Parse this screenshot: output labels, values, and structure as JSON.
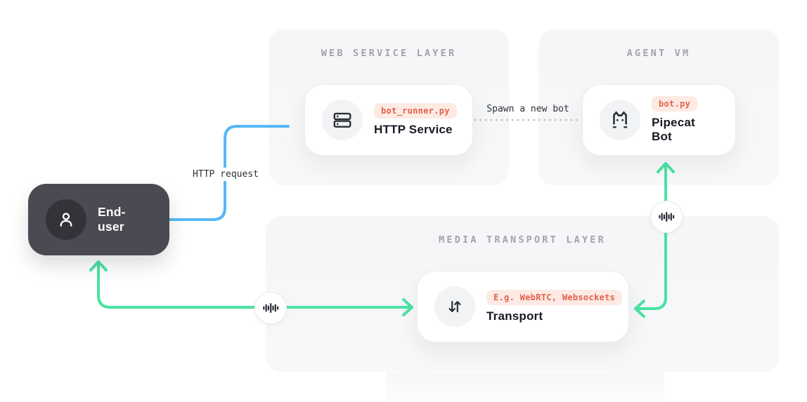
{
  "panels": {
    "web_service": {
      "title": "WEB SERVICE LAYER"
    },
    "agent_vm": {
      "title": "AGENT VM"
    },
    "media_transport": {
      "title": "MEDIA TRANSPORT LAYER"
    }
  },
  "nodes": {
    "end_user": {
      "label": "End-user",
      "icon": "user-icon"
    },
    "http_service": {
      "badge": "bot_runner.py",
      "title": "HTTP Service",
      "icon": "server-icon"
    },
    "pipecat_bot": {
      "badge": "bot.py",
      "title": "Pipecat Bot",
      "icon": "pipecat-cat-icon"
    },
    "transport": {
      "badge": "E.g. WebRTC, Websockets",
      "title": "Transport",
      "icon": "transfer-arrows-icon"
    }
  },
  "edges": {
    "http_request": {
      "label": "HTTP request",
      "from": "end_user",
      "to": "http_service",
      "style": "solid",
      "color": "#55b8f7"
    },
    "spawn_bot": {
      "label": "Spawn a new bot",
      "from": "http_service",
      "to": "pipecat_bot",
      "style": "dotted",
      "color": "#c7c8cb"
    },
    "user_media": {
      "from": "end_user",
      "to": "transport",
      "style": "solid-bidirectional",
      "icon": "audio-waveform-icon",
      "color": "#49e3a3"
    },
    "bot_media": {
      "from": "pipecat_bot",
      "to": "transport",
      "style": "solid-bidirectional",
      "icon": "audio-waveform-icon",
      "color": "#49e3a3"
    }
  },
  "colors": {
    "accent_blue": "#55b8f7",
    "accent_green": "#49e3a3",
    "dotted_gray": "#c7c8cb",
    "node_dark": "#4a4b52",
    "node_dark_circle": "#32343a",
    "badge_text": "#e4604b",
    "badge_bg": "#fceae3",
    "panel_bg": "#f6f7f8",
    "panel_title": "#a2a4a9",
    "icon_dark": "#2b2e38",
    "card_title": "#171a23"
  }
}
